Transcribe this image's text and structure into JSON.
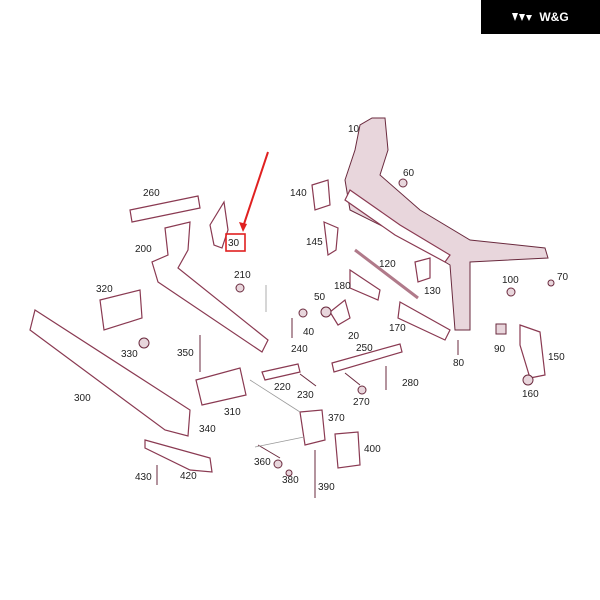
{
  "logo": {
    "text": "W&G",
    "icon": "wg-triangles-icon"
  },
  "highlight": {
    "part": "30",
    "color": "#e02020"
  },
  "parts": [
    "10",
    "60",
    "140",
    "260",
    "30",
    "200",
    "145",
    "120",
    "210",
    "130",
    "100",
    "70",
    "180",
    "50",
    "320",
    "40",
    "20",
    "170",
    "90",
    "80",
    "150",
    "330",
    "350",
    "240",
    "250",
    "300",
    "220",
    "230",
    "270",
    "280",
    "160",
    "310",
    "370",
    "340",
    "400",
    "360",
    "420",
    "430",
    "380",
    "390"
  ]
}
